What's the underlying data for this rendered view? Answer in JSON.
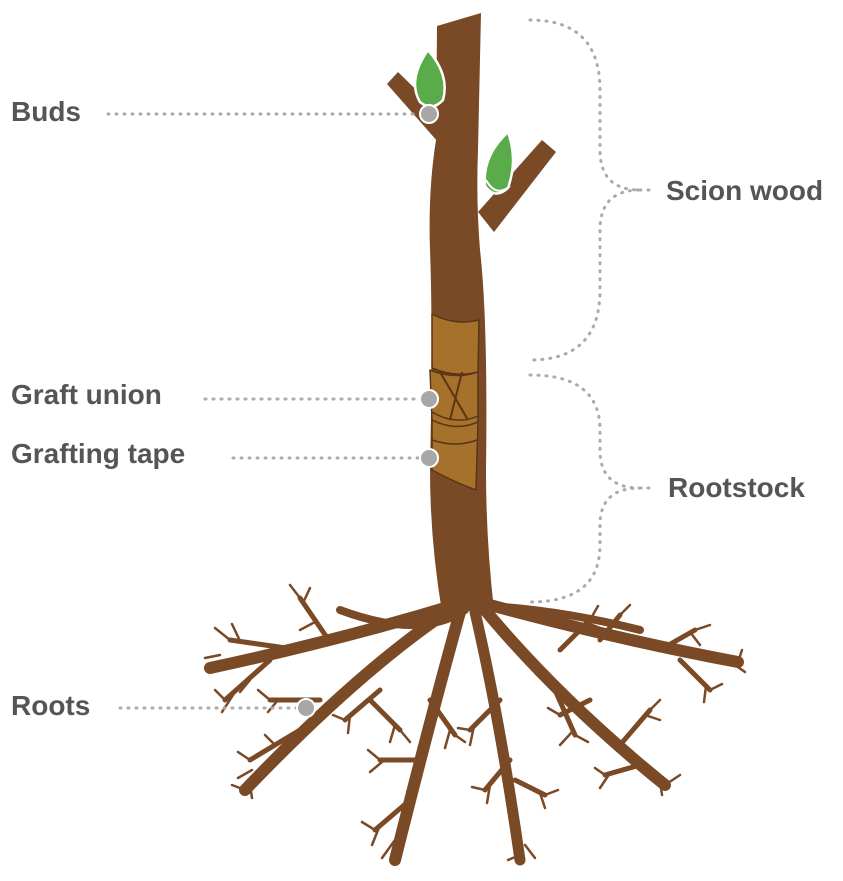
{
  "labels": {
    "buds": "Buds",
    "scion_wood": "Scion wood",
    "graft_union": "Graft union",
    "grafting_tape": "Grafting tape",
    "rootstock": "Rootstock",
    "roots": "Roots"
  },
  "colors": {
    "wood": "#7a4a26",
    "tape": "#a5712b",
    "tape_edge": "#5a3515",
    "bud": "#5aac4a",
    "label": "#555555",
    "leader": "#aaaaaa",
    "marker": "#a7a7a7"
  }
}
